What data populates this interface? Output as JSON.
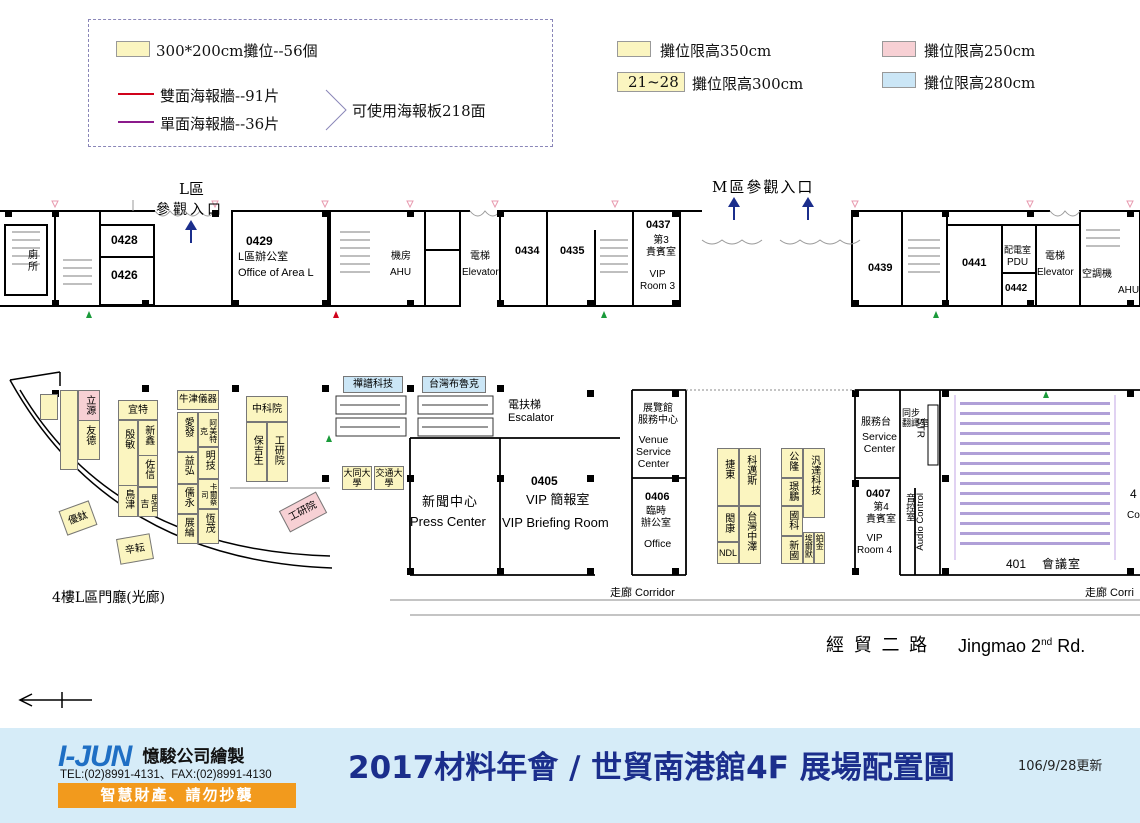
{
  "legend": {
    "booth_standard": "300*200cm攤位--56個",
    "double_poster": "雙面海報牆--91片",
    "single_poster": "單面海報牆--36片",
    "poster_total": "可使用海報板218面",
    "h350": "攤位限高350cm",
    "h300_range": "21~28",
    "h300": "攤位限高300cm",
    "h250": "攤位限高250cm",
    "h280": "攤位限高280cm",
    "colors": {
      "yellow": "#fbf5c0",
      "pink": "#f7d0d4",
      "blue": "#cbe6f6",
      "red_line": "#d0021b",
      "purple_line": "#8b1a8b"
    }
  },
  "entrances": {
    "l_zone": "L區",
    "l_visit": "參觀入口",
    "m_zone": "M區參觀入口"
  },
  "rooms": {
    "r0428": "0428",
    "r0426": "0426",
    "toilet": "廁\n所",
    "r0429": "0429",
    "r0429_cn": "L區辦公室",
    "r0429_en": "Office of Area L",
    "ahu1_cn": "機房",
    "ahu1_en": "AHU",
    "elev1_cn": "電梯",
    "elev1_en": "Elevator",
    "r0434": "0434",
    "r0435": "0435",
    "r0437": "0437",
    "r0437_cn": "第3\n貴賓室",
    "r0437_en": "VIP\nRoom 3",
    "r0439": "0439",
    "r0441": "0441",
    "pdu_cn": "配電室",
    "pdu_en": "PDU",
    "r0442": "0442",
    "elev2_cn": "電梯",
    "elev2_en": "Elevator",
    "ahu2_cn": "空調機",
    "ahu2_en": "AHU",
    "escalator_cn": "電扶梯",
    "escalator_en": "Escalator",
    "press_cn": "新聞中心",
    "press_en": "Press Center",
    "r0405": "0405",
    "r0405_cn": "VIP 簡報室",
    "r0405_en": "VIP Briefing Room",
    "venue_cn": "展覽館\n服務中心",
    "venue_en": "Venue\nService\nCenter",
    "r0406": "0406",
    "r0406_cn": "臨時\n辦公室",
    "r0406_en": "Office",
    "service_cn": "服務台",
    "service_en": "Service\nCenter",
    "interp_cn": "同步\n翻譯室",
    "str": "STR",
    "r0407": "0407",
    "r0407_cn": "第4\n貴賓室",
    "r0407_en": "VIP\nRoom 4",
    "audio_cn": "音控室",
    "audio_en": "Audio Control",
    "r401": "401",
    "r401_cn": "會議室",
    "corridor1": "走廊 Corridor",
    "corridor2": "走廊 Corri",
    "road_cn": "經 貿 二 路",
    "road_en": "Jingmao 2",
    "road_sup": "nd",
    "road_end": " Rd.",
    "lobby": "4樓L區門廳(光廊)",
    "edge4": "4",
    "edge_co": "Co"
  },
  "booths": {
    "b1": "立源",
    "b2": "友德",
    "b3": "宜特",
    "b4": "殷敏",
    "b5": "新鑫",
    "b6": "佐信",
    "b7": "思百吉",
    "b8": "鳥津",
    "b9": "牛津儀器",
    "b10": "愛發",
    "b11": "阿美特克",
    "b12": "益弘",
    "b13": "明技",
    "b14": "卡爾蔡司",
    "b15": "儒永",
    "b16": "展綸",
    "b17": "恆茂",
    "b18": "中科院",
    "b19": "保吉生",
    "b20": "工研院",
    "b21": "優鈦",
    "b22": "辛耘",
    "b23": "工研院",
    "b24": "禪譜科技",
    "b25": "台灣布魯克",
    "b26": "大同大學",
    "b27": "交通大學",
    "b28": "捷東",
    "b29": "科邁斯",
    "b30": "閎康",
    "b31": "台灣中澤",
    "b32": "NDL",
    "b33": "公隆",
    "b34": "璟鵬",
    "b35": "國科",
    "b36": "新國",
    "b37": "汎達科技",
    "b38": "埃爾默",
    "b39": "鉑金"
  },
  "footer": {
    "brand": "I-JUN",
    "company": "憶駿公司繪製",
    "contact": "TEL:(02)8991-4131、FAX:(02)8991-4130",
    "notice": "智慧財產、請勿抄襲",
    "title": "2017材料年會 / 世貿南港館4F 展場配置圖",
    "date": "106/9/28更新"
  }
}
